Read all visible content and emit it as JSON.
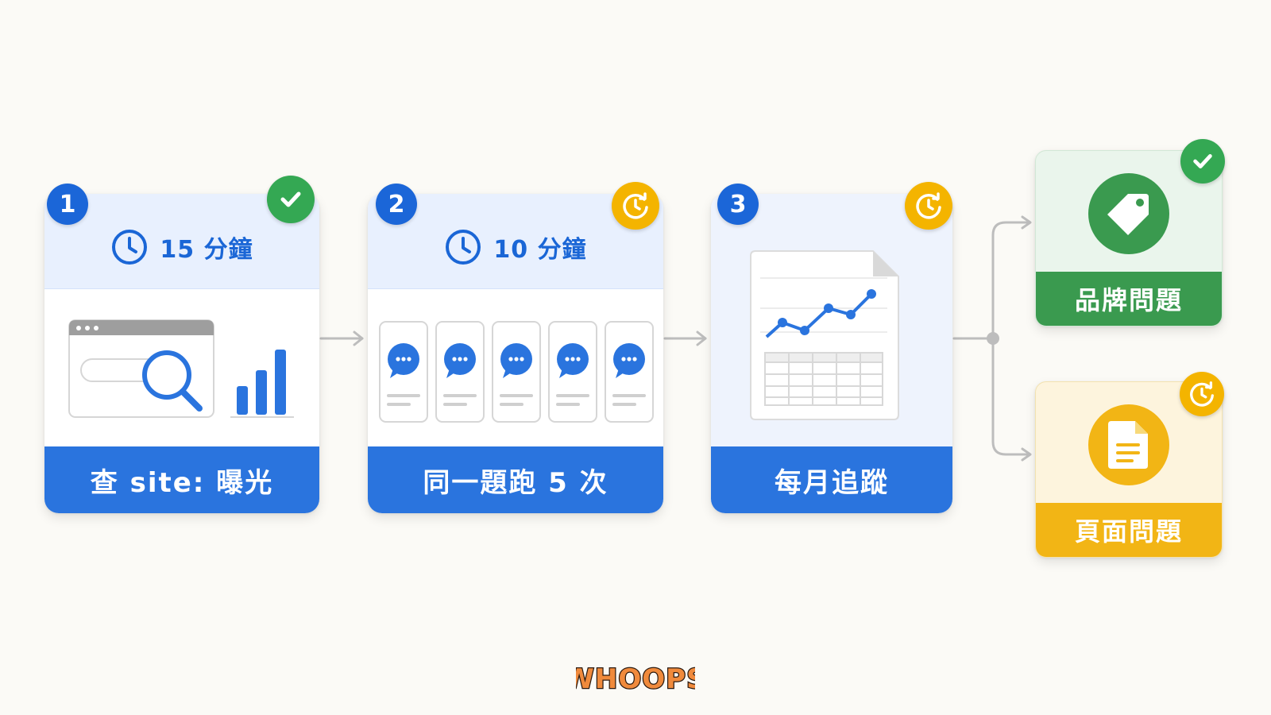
{
  "steps": [
    {
      "number": "1",
      "time": "15 分鐘",
      "label": "查 site: 曝光",
      "status_icon": "check-icon",
      "status_color": "#34a853"
    },
    {
      "number": "2",
      "time": "10 分鐘",
      "label": "同一題跑 5 次",
      "status_icon": "clock-refresh-icon",
      "status_color": "#f4b400"
    },
    {
      "number": "3",
      "label": "每月追蹤",
      "status_icon": "clock-refresh-icon",
      "status_color": "#f4b400"
    }
  ],
  "outcomes": [
    {
      "label": "品牌問題",
      "icon": "tag-icon",
      "status_icon": "check-icon",
      "color": "#3a9a4f"
    },
    {
      "label": "頁面問題",
      "icon": "document-icon",
      "status_icon": "clock-refresh-icon",
      "color": "#f2b515"
    }
  ],
  "logo": {
    "text": "WHOOPS"
  },
  "colors": {
    "accent_blue": "#2a74de",
    "green": "#34a853",
    "yellow": "#f4b400",
    "background": "#fbfaf6"
  }
}
